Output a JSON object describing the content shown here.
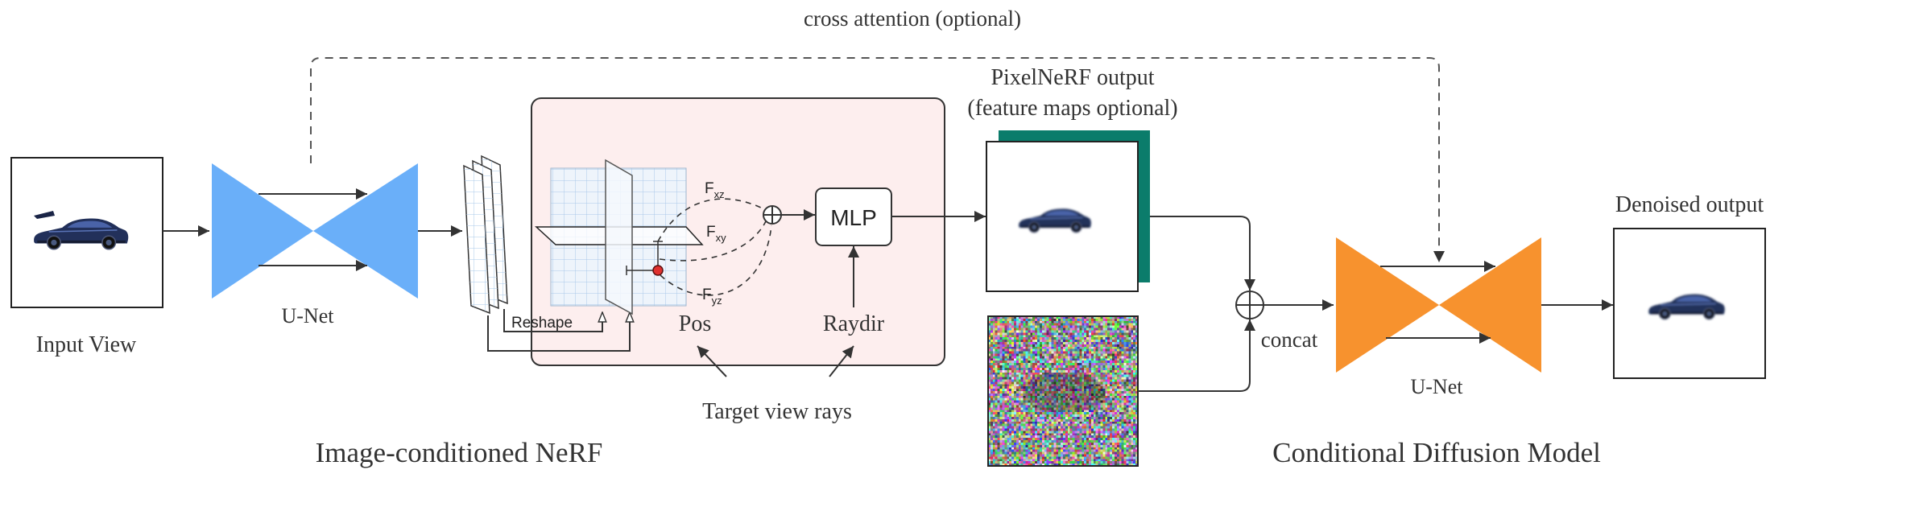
{
  "header": {
    "cross_attention_label": "cross attention (optional)"
  },
  "input_view": {
    "label": "Input View"
  },
  "encoder_unet": {
    "label": "U-Net"
  },
  "nerf": {
    "title": "Image-conditioned NeRF",
    "reshape_label": "Reshape",
    "features": {
      "xz": {
        "symbol": "F",
        "subscript": "xz"
      },
      "xy": {
        "symbol": "F",
        "subscript": "xy"
      },
      "yz": {
        "symbol": "F",
        "subscript": "yz"
      }
    },
    "mlp_label": "MLP",
    "pos_label": "Pos",
    "raydir_label": "Raydir",
    "target_rays_label": "Target view rays"
  },
  "pixelnerf_output": {
    "line1": "PixelNeRF output",
    "line2": "(feature maps optional)"
  },
  "diffusion": {
    "title": "Conditional Diffusion Model",
    "concat_label": "concat",
    "unet_label": "U-Net",
    "output_label": "Denoised output"
  },
  "colors": {
    "encoder_unet": "#6aaff9",
    "diffusion_unet": "#f7922e",
    "nerf_panel": "#fdeeee",
    "feature_map_back": "#0b7c6b",
    "car": "#22305a"
  }
}
